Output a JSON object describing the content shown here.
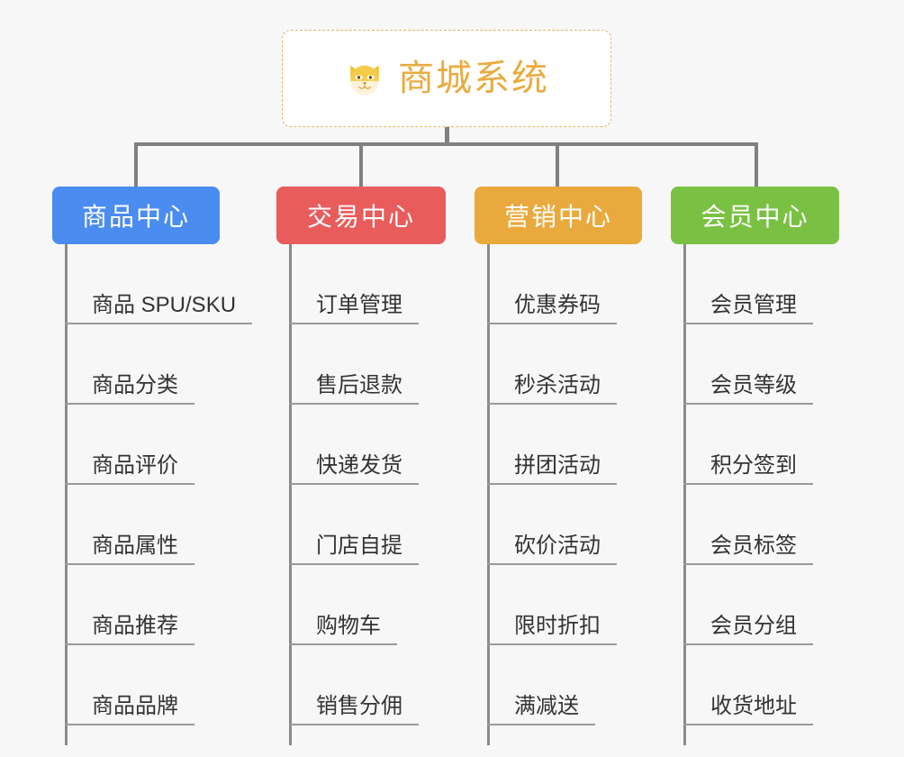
{
  "background_color": "#f7f7f7",
  "root": {
    "title": "商城系统",
    "icon": "shiba-dog-icon",
    "text_color": "#e9ab3f",
    "border_color": "#e8b860",
    "background": "#ffffff"
  },
  "connector_color": "#808080",
  "branches": [
    {
      "label": "商品中心",
      "color": "#4a8cf0",
      "items": [
        "商品 SPU/SKU",
        "商品分类",
        "商品评价",
        "商品属性",
        "商品推荐",
        "商品品牌"
      ]
    },
    {
      "label": "交易中心",
      "color": "#e85c5c",
      "items": [
        "订单管理",
        "售后退款",
        "快递发货",
        "门店自提",
        "购物车",
        "销售分佣"
      ]
    },
    {
      "label": "营销中心",
      "color": "#eaa93d",
      "items": [
        "优惠券码",
        "秒杀活动",
        "拼团活动",
        "砍价活动",
        "限时折扣",
        "满减送"
      ]
    },
    {
      "label": "会员中心",
      "color": "#7ac143",
      "items": [
        "会员管理",
        "会员等级",
        "积分签到",
        "会员标签",
        "会员分组",
        "收货地址"
      ]
    }
  ]
}
